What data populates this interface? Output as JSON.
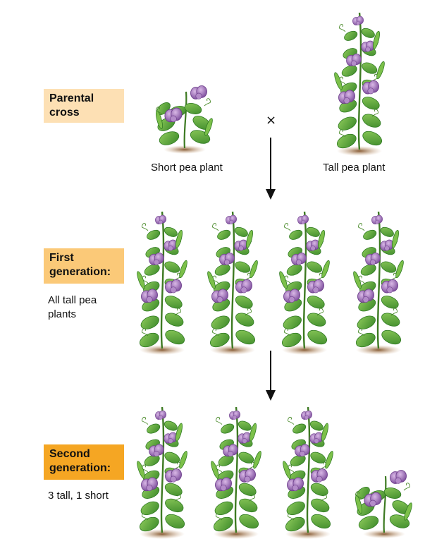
{
  "stages": [
    {
      "title_line1": "Parental",
      "title_line2": "cross",
      "color": "#fde0b4"
    },
    {
      "title_line1": "First",
      "title_line2": "generation:",
      "description_line1": "All tall pea",
      "description_line2": "plants",
      "color": "#fbc978"
    },
    {
      "title_line1": "Second",
      "title_line2": "generation:",
      "description_line1": "3 tall, 1 short",
      "color": "#f5a623"
    }
  ],
  "parents": {
    "cross_symbol": "×",
    "short_label": "Short pea plant",
    "tall_label": "Tall pea plant"
  },
  "colors": {
    "leaf": "#5aa83a",
    "leaf_dark": "#2f7a22",
    "flower": "#9b6bb5",
    "flower_dark": "#6e3f8c",
    "soil": "#8a5a2b",
    "arrow": "#111111"
  }
}
